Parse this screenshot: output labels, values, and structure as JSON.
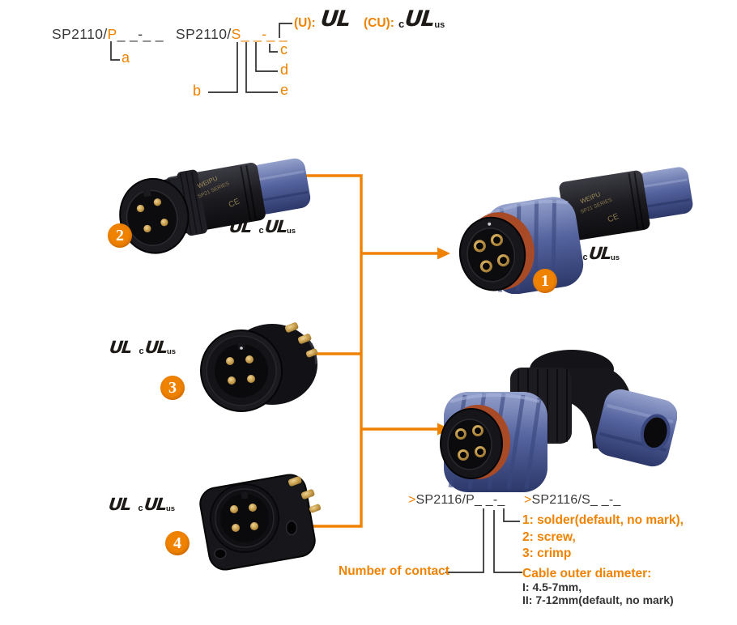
{
  "codes": {
    "sp2110_p": {
      "prefix": "SP2110/",
      "variant": "P",
      "suffix": "_ _-_ _"
    },
    "sp2110_s": {
      "prefix": "SP2110/",
      "body": "S_ _-_ _"
    },
    "sp2116_p": {
      "bullet": ">",
      "code": "SP2116/P_ _-_"
    },
    "sp2116_s": {
      "bullet": ">",
      "code": "SP2116/S_ _-_"
    }
  },
  "labels": {
    "a": "a",
    "b": "b",
    "c": "c",
    "d": "d",
    "e": "e"
  },
  "certs": {
    "u_prefix": "(U):",
    "cu_prefix": "(CU):",
    "ul_letters": "UL",
    "c_small": "c",
    "us_small": "us"
  },
  "badges": {
    "one": "1",
    "two": "2",
    "three": "3",
    "four": "4"
  },
  "products": {
    "marking_brand": "WEIPU",
    "marking_series": "SP21 SERIES",
    "marking_ce": "CE"
  },
  "annotations": {
    "termination_options": [
      "1: solder(default, no mark),",
      "2: screw,",
      "3: crimp"
    ],
    "contact_label": "Number of contact",
    "cable_title": "Cable outer diameter:",
    "cable_options": [
      "I: 4.5-7mm,",
      "II: 7-12mm(default, no mark)"
    ]
  },
  "colors": {
    "accent": "#EF8200",
    "ink": "#3A3A3A",
    "wire": "#2D2D2D",
    "blue": "#55639F",
    "gold": "#C8A050"
  }
}
